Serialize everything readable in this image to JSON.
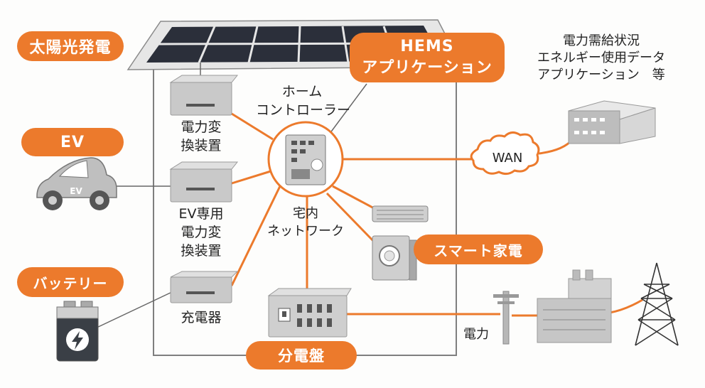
{
  "colors": {
    "accent": "#ec7a2c",
    "device": "#c9c9c9",
    "house_line": "#7f7f7f",
    "panel": "#2b2f3a"
  },
  "labels": {
    "solar": "太陽光発電",
    "ev": "EV",
    "battery": "バッテリー",
    "hems_line1": "HEMS",
    "hems_line2": "アプリケーション",
    "smart_appliance": "スマート家電",
    "distribution_board": "分電盤",
    "home_controller_line1": "ホーム",
    "home_controller_line2": "コントローラー",
    "power_converter_line1": "電力変",
    "power_converter_line2": "換装置",
    "ev_converter_line1": "EV専用",
    "ev_converter_line2": "電力変",
    "ev_converter_line3": "換装置",
    "charger": "充電器",
    "home_network_line1": "宅内",
    "home_network_line2": "ネットワーク",
    "wan": "WAN",
    "power": "電力",
    "ev_car_text": "EV",
    "cloud_info_line1": "電力需給状況",
    "cloud_info_line2": "エネルギー使用データ",
    "cloud_info_line3": "アプリケーション　等"
  },
  "icons": {
    "solar_panel": "solar-panel-icon",
    "ev_car": "ev-car-icon",
    "battery": "battery-icon",
    "controller": "home-controller-icon",
    "server": "server-icon",
    "air_conditioner": "air-conditioner-icon",
    "washing_machine": "washing-machine-icon",
    "breaker_panel": "breaker-panel-icon",
    "utility_pole": "utility-pole-icon",
    "power_plant": "power-plant-icon",
    "transmission_tower": "transmission-tower-icon"
  }
}
